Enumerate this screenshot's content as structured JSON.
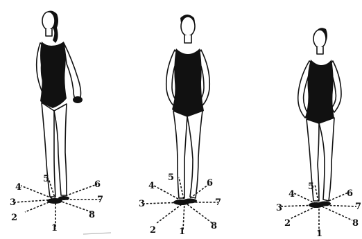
{
  "figures": [
    {
      "name": "figure-left",
      "direction_labels": [
        "1",
        "2",
        "3",
        "4",
        "5",
        "6",
        "7",
        "8"
      ]
    },
    {
      "name": "figure-middle",
      "direction_labels": [
        "1",
        "2",
        "3",
        "4",
        "5",
        "6",
        "7",
        "8"
      ]
    },
    {
      "name": "figure-right",
      "direction_labels": [
        "1",
        "2",
        "3",
        "4",
        "5",
        "6",
        "7",
        "8"
      ]
    }
  ],
  "colors": {
    "ink": "#111111",
    "paper": "#ffffff"
  }
}
